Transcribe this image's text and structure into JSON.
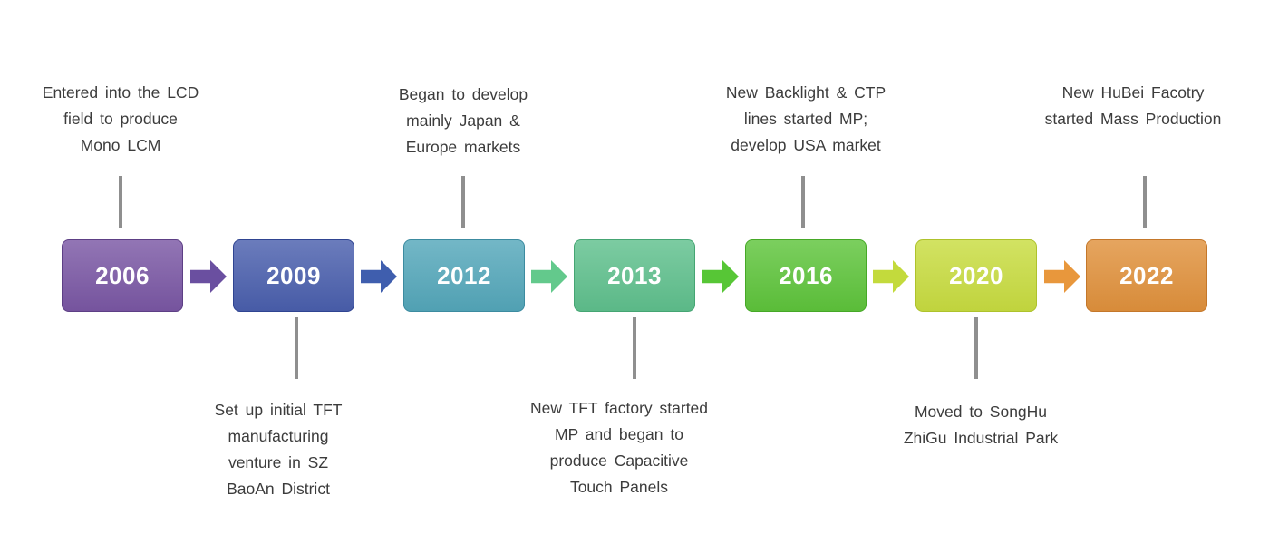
{
  "timeline": {
    "items": [
      {
        "year": "2006",
        "box_color": "#7a57a4",
        "border_color": "#5d3f85",
        "note": "Entered into the LCD\nfield to produce\nMono LCM",
        "note_position": "above"
      },
      {
        "year": "2009",
        "box_color": "#4a5fad",
        "border_color": "#2f4491",
        "note": "Set up initial TFT\nmanufacturing\nventure in SZ\nBaoAn District",
        "note_position": "below"
      },
      {
        "year": "2012",
        "box_color": "#54a7ba",
        "border_color": "#3c8ba0",
        "note": "Began to develop\nmainly Japan &\nEurope markets",
        "note_position": "above"
      },
      {
        "year": "2013",
        "box_color": "#5fc08d",
        "border_color": "#45a573",
        "note": "New TFT factory started\nMP and began to\nproduce Capacitive\nTouch Panels",
        "note_position": "below"
      },
      {
        "year": "2016",
        "box_color": "#5ec43b",
        "border_color": "#46a827",
        "note": "New Backlight & CTP\nlines started MP;\ndevelop USA market",
        "note_position": "above"
      },
      {
        "year": "2020",
        "box_color": "#c8dc40",
        "border_color": "#aec22c",
        "note": "Moved to SongHu\nZhiGu Industrial Park",
        "note_position": "below"
      },
      {
        "year": "2022",
        "box_color": "#e0913c",
        "border_color": "#c4772a",
        "note": "New HuBei Facotry\nstarted Mass Production",
        "note_position": "above"
      }
    ],
    "arrow_colors": [
      "#6a4fa0",
      "#3f5eae",
      "#63c98c",
      "#57c636",
      "#c3da3c",
      "#e8973c"
    ],
    "connector_color": "#8f8f8f"
  }
}
